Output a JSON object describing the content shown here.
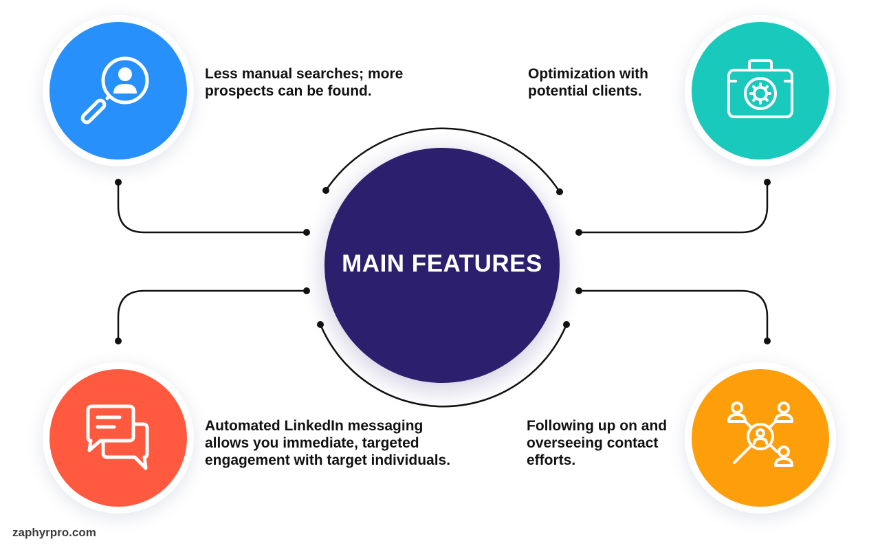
{
  "center": {
    "title": "MAIN FEATURES",
    "color": "#2B1F6E"
  },
  "features": [
    {
      "text": "Less manual searches; more prospects can be found.",
      "icon": "search-user-icon",
      "color": "#2790FA"
    },
    {
      "text": "Optimization with potential clients.",
      "icon": "briefcase-gear-icon",
      "color": "#19C9BC"
    },
    {
      "text": "Automated LinkedIn messaging allows you immediate, targeted engagement with target individuals.",
      "icon": "chat-bubbles-icon",
      "color": "#FF5A3F"
    },
    {
      "text": "Following up on and overseeing contact efforts.",
      "icon": "network-search-icon",
      "color": "#FF9E0B"
    }
  ],
  "connector_color": "#111111",
  "watermark": "zaphyrpro.com"
}
